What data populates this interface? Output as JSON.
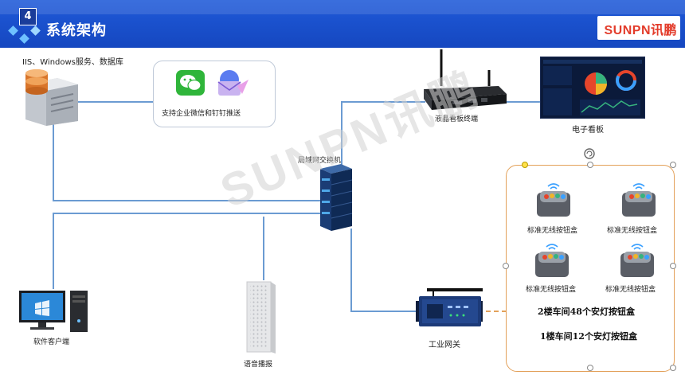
{
  "header": {
    "section_number": "4",
    "title": "系统架构",
    "logo": "SUNPN讯鹏"
  },
  "nodes": {
    "server_label": "IIS、Windows服务、数据库",
    "push_label": "支持企业微信和钉钉推送",
    "switch_label": "局域网交换机",
    "lcd_terminal_label": "液晶看板终端",
    "display_board_label": "电子看板",
    "client_label": "软件客户端",
    "speaker_label": "语音播报",
    "gateway_label": "工业网关"
  },
  "button_panel": {
    "items": [
      "标准无线按钮盒",
      "标准无线按钮盒",
      "标准无线按钮盒",
      "标准无线按钮盒"
    ],
    "note_1": "2楼车间48个安灯按钮盒",
    "note_2": "1楼车间12个安灯按钮盒"
  },
  "watermark": "SUNPN讯鹏",
  "colors": {
    "header_blue": "#1a4fcf",
    "line_blue": "#6b9bd2",
    "panel_border": "#e3a15a",
    "logo_red": "#e33c2b"
  }
}
